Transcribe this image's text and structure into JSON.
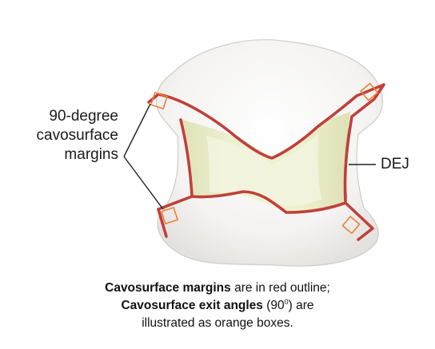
{
  "labels": {
    "margins_line1": "90-degree",
    "margins_line2": "cavosurface",
    "margins_line3": "margins",
    "dej": "DEJ"
  },
  "caption": {
    "line1_bold": "Cavosurface margins",
    "line1_rest": " are in red outline;",
    "line2_bold": "Cavosurface exit angles",
    "line2_pre": " (90",
    "line2_sup": "0",
    "line2_post": ") are",
    "line3": "illustrated  as orange boxes."
  },
  "colors": {
    "margin_outline": "#c0403a",
    "exit_angle_box": "#e8823a",
    "tooth_enamel": "#f3f2f0",
    "dentin_wall": "#e9ecc8",
    "leader_line": "#222222"
  }
}
